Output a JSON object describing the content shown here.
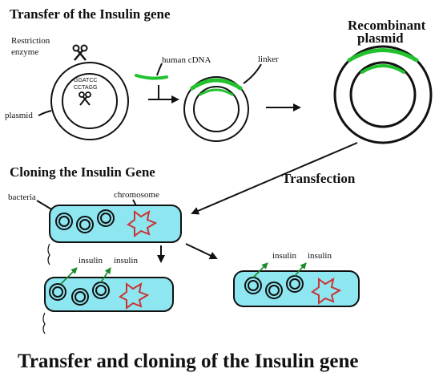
{
  "titles": {
    "transfer": "Transfer of the Insulin gene",
    "cloning": "Cloning the Insulin Gene",
    "footer": "Transfer and cloning of the Insulin gene"
  },
  "labels": {
    "restriction_enzyme_1": "Restriction",
    "restriction_enzyme_2": "enzyme",
    "plasmid": "plasmid",
    "seq_top": "GGATCC",
    "seq_bottom": "CCTAGG",
    "human_cdna": "human cDNA",
    "linker": "linker",
    "recombinant_1": "Recombinant",
    "recombinant_2": "plasmid",
    "transfection": "Transfection",
    "bacteria": "bacteria",
    "chromosome": "chromosome",
    "insulin_a1": "insulin",
    "insulin_a2": "insulin",
    "insulin_b1": "insulin",
    "insulin_b2": "insulin"
  },
  "colors": {
    "dna_insert": "#22c22f",
    "bacteria_fill": "#8ee6f0",
    "chromosome": "#cc3333"
  }
}
